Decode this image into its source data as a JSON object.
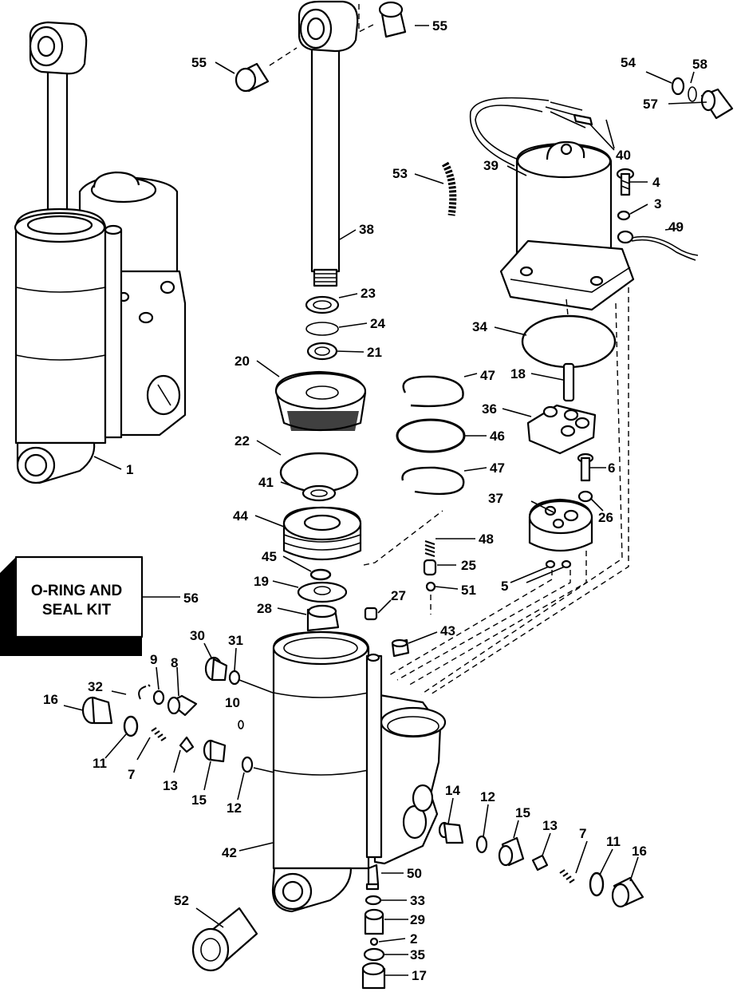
{
  "kit_box": {
    "line1": "O-RING AND",
    "line2": "SEAL KIT",
    "number": "56"
  },
  "callouts": {
    "c1": "1",
    "c2": "2",
    "c3": "3",
    "c4": "4",
    "c5": "5",
    "c6": "6",
    "c7a": "7",
    "c7b": "7",
    "c8": "8",
    "c9": "9",
    "c10": "10",
    "c11a": "11",
    "c11b": "11",
    "c12a": "12",
    "c12b": "12",
    "c13a": "13",
    "c13b": "13",
    "c14": "14",
    "c15a": "15",
    "c15b": "15",
    "c16a": "16",
    "c16b": "16",
    "c17": "17",
    "c18": "18",
    "c19": "19",
    "c20": "20",
    "c21": "21",
    "c22": "22",
    "c23": "23",
    "c24": "24",
    "c25": "25",
    "c26": "26",
    "c27": "27",
    "c28": "28",
    "c29": "29",
    "c30": "30",
    "c31": "31",
    "c32": "32",
    "c33": "33",
    "c34": "34",
    "c35": "35",
    "c36": "36",
    "c37": "37",
    "c38": "38",
    "c39": "39",
    "c40": "40",
    "c41": "41",
    "c42": "42",
    "c43": "43",
    "c44": "44",
    "c45": "45",
    "c46": "46",
    "c47a": "47",
    "c47b": "47",
    "c48": "48",
    "c49": "49",
    "c50": "50",
    "c51": "51",
    "c52": "52",
    "c53": "53",
    "c54": "54",
    "c55a": "55",
    "c55b": "55",
    "c57": "57",
    "c58": "58"
  }
}
